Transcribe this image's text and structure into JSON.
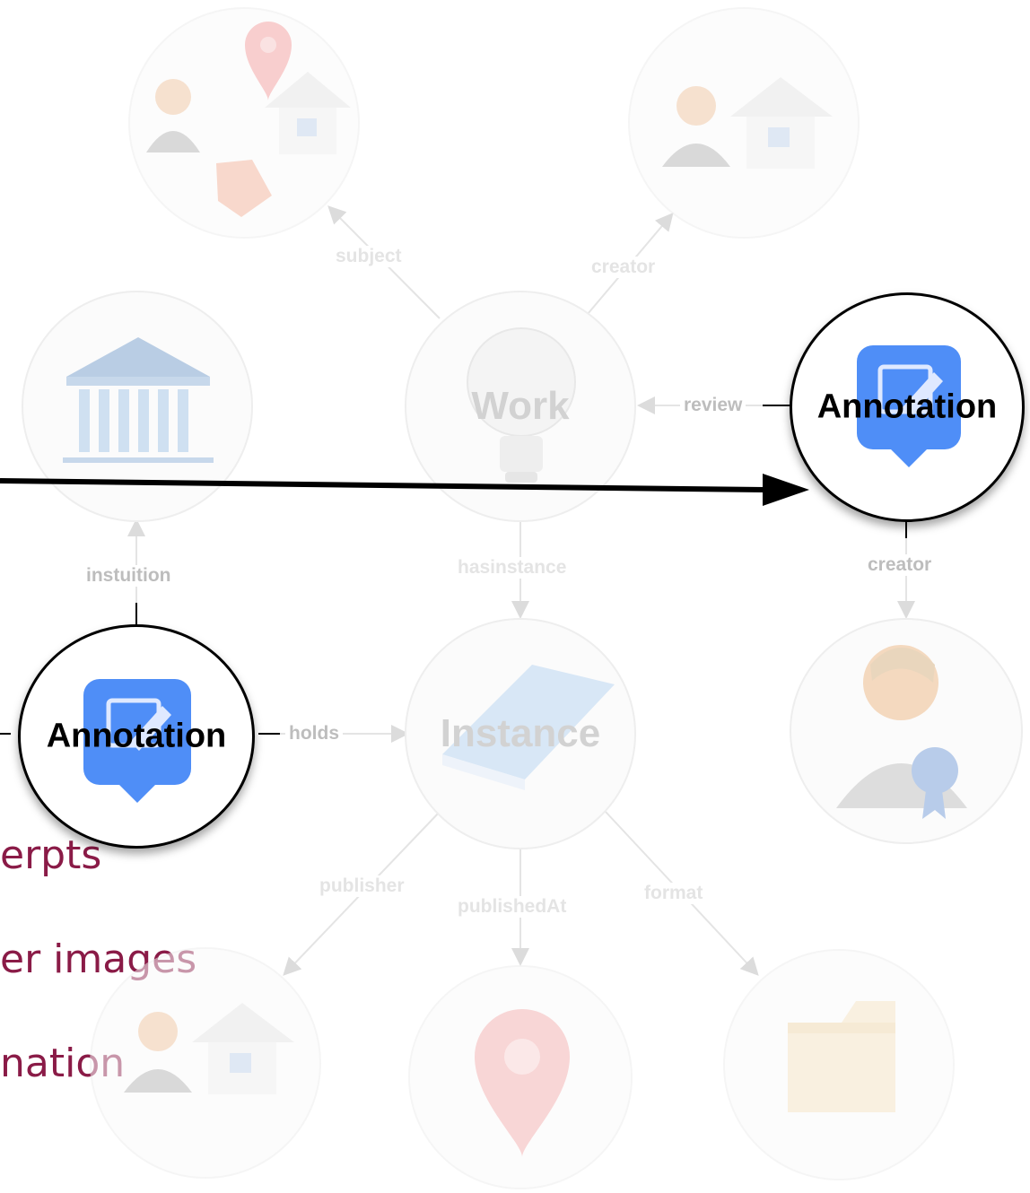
{
  "slide_text": {
    "line_1": "erpts",
    "line_2": "er images",
    "line_3": "nation"
  },
  "nodes": {
    "work": "Work",
    "instance": "Instance",
    "annotation_right": "Annotation",
    "annotation_left": "Annotation"
  },
  "edges": {
    "subject": "subject",
    "creator_top": "creator",
    "review": "review",
    "instuition": "instuition",
    "hasinstance": "hasinstance",
    "creator_right": "creator",
    "holds": "holds",
    "publisher": "publisher",
    "publishedAt": "publishedAt",
    "format": "format"
  },
  "colors": {
    "annotation_icon": "#4f8ef7",
    "slide_text": "#8a1b47",
    "faded": "#d2d2d2",
    "arrow": "#000000"
  },
  "icons": [
    "people-pin-tag-icon",
    "people-house-icon",
    "institution-icon",
    "lightbulb-icon",
    "annotation-edit-icon",
    "book-icon",
    "person-award-icon",
    "location-pin-icon",
    "package-icon"
  ]
}
